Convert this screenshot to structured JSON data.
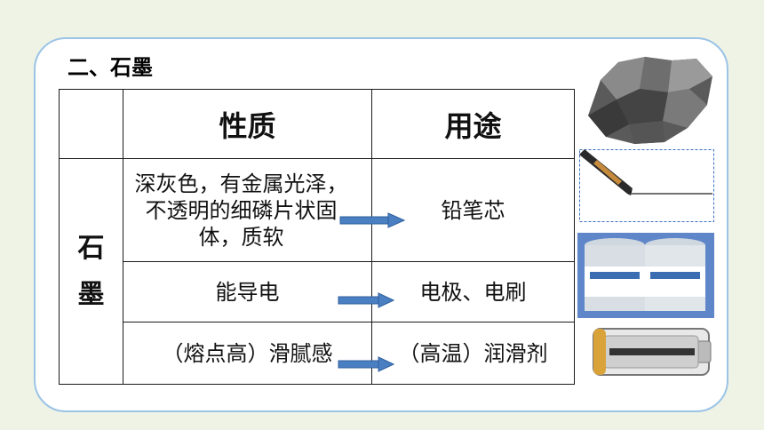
{
  "section": {
    "title": "二、石墨"
  },
  "table": {
    "header_property": "性质",
    "header_use": "用途",
    "subject_line1": "石",
    "subject_line2": "墨",
    "rows": [
      {
        "property": "深灰色，有金属光泽，不透明的细磷片状固体，质软",
        "use": "铅笔芯"
      },
      {
        "property": "能导电",
        "use": "电极、电刷"
      },
      {
        "property": "（熔点高）滑腻感",
        "use": "（高温）润滑剂"
      }
    ]
  },
  "images": {
    "graphite_rock": "graphite-rock",
    "pencil_tip": "pencil-drawing-line",
    "lubricant_cans": "graphite-lubricant-cans",
    "battery": "battery-cross-section"
  },
  "colors": {
    "background": "#eef3e6",
    "frame_border": "#9bc3e6",
    "arrow": "#4a7fc1"
  }
}
